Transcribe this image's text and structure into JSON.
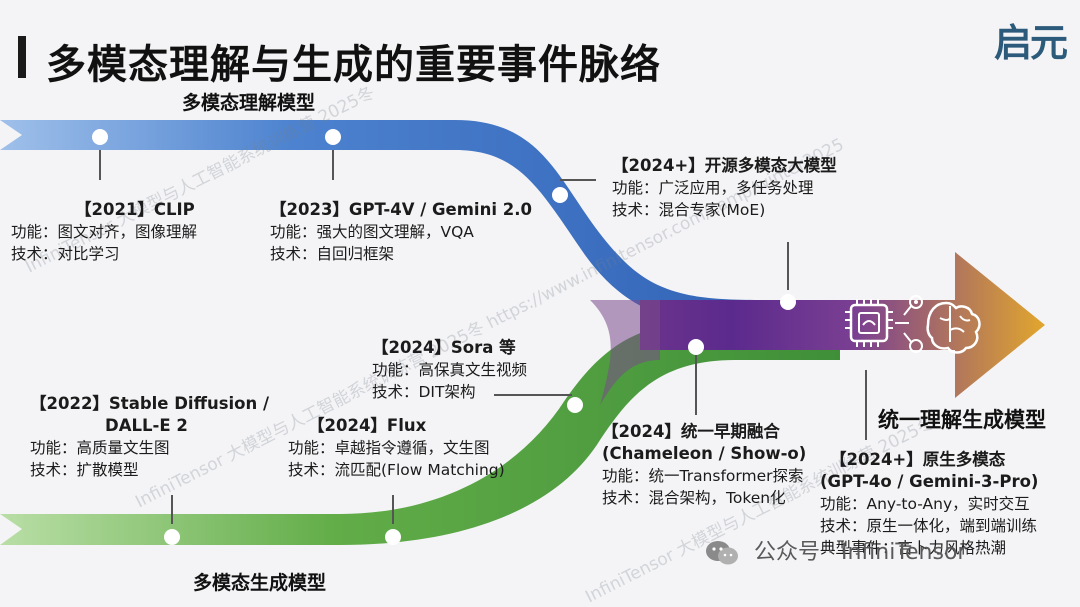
{
  "title": "多模态理解与生成的重要事件脉络",
  "logo": "启元",
  "bands": {
    "understanding": "多模态理解模型",
    "generation": "多模态生成模型",
    "unified": "统一理解生成模型"
  },
  "events": {
    "clip": {
      "heading": "【2021】CLIP",
      "lines": [
        "功能：图文对齐，图像理解",
        "技术：对比学习"
      ]
    },
    "gpt4v": {
      "heading": "【2023】GPT-4V / Gemini 2.0",
      "lines": [
        "功能：强大的图文理解，VQA",
        "技术：自回归框架"
      ]
    },
    "open_mllm": {
      "heading": "【2024+】开源多模态大模型",
      "lines": [
        "功能：广泛应用，多任务处理",
        "技术：混合专家(MoE)"
      ]
    },
    "sd": {
      "heading1": "【2022】Stable Diffusion /",
      "heading2": "DALL-E 2",
      "lines": [
        "功能：高质量文生图",
        "技术：扩散模型"
      ]
    },
    "sora": {
      "heading": "【2024】Sora 等",
      "lines": [
        "功能：高保真文生视频",
        "技术：DIT架构"
      ]
    },
    "flux": {
      "heading": "【2024】Flux",
      "lines": [
        "功能：卓越指令遵循，文生图",
        "技术：流匹配(Flow Matching)"
      ]
    },
    "chameleon": {
      "heading1": "【2024】统一早期融合",
      "heading2": "(Chameleon / Show-o)",
      "lines": [
        "功能：统一Transformer探索",
        "技术：混合架构，Token化"
      ]
    },
    "native": {
      "heading1": "【2024+】原生多模态",
      "heading2": "(GPT-4o / Gemini-3-Pro)",
      "lines": [
        "功能：Any-to-Any，实时交互",
        "技术：原生一体化，端到端训练",
        "典型事件：吉卜力风格热潮"
      ]
    }
  },
  "footer": "公众号 · InfiniTensor",
  "watermarks": [
    "InfiniTensor 大模型与人工智能系统训练营 2025冬 https://www.infinitensor.com/camp/winter2025",
    "InfiniTensor 大模型与人工智能系统训练营 2025冬"
  ],
  "colors": {
    "understanding_band": "#3f74c6",
    "generation_band": "#5aa847",
    "unified_start": "#5a2b8c",
    "unified_end": "#e0a228"
  }
}
